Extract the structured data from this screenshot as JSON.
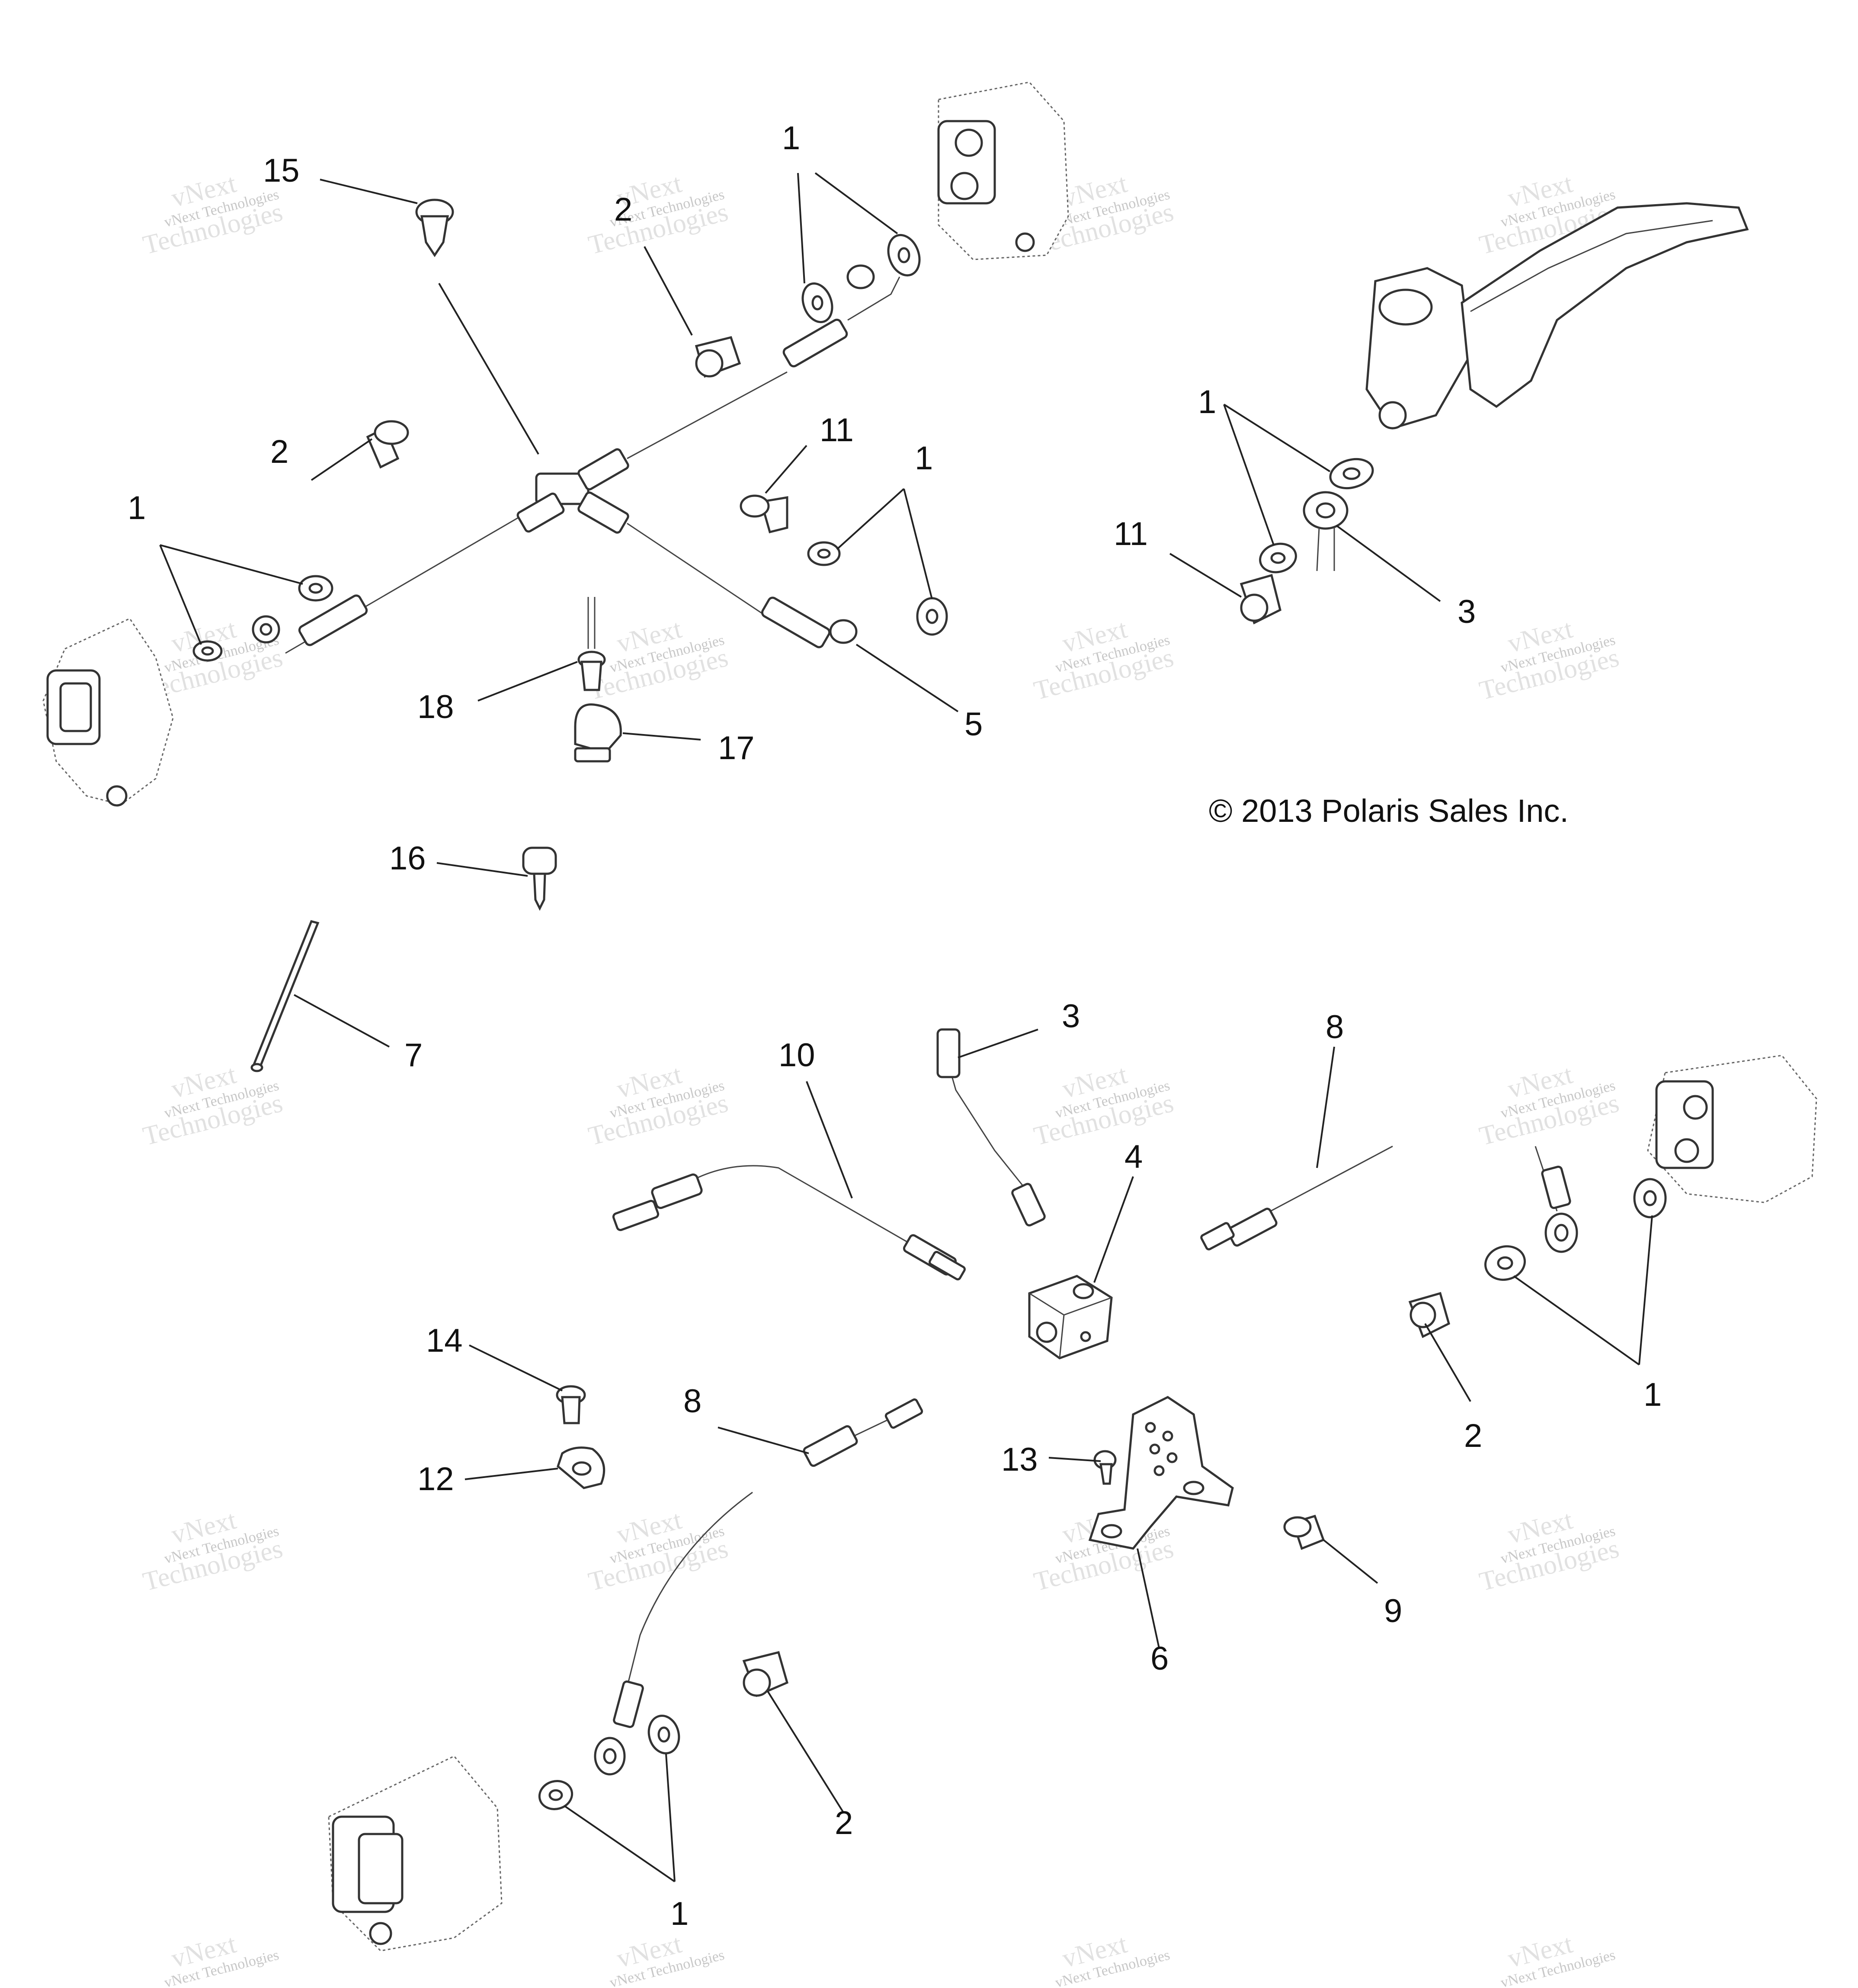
{
  "copyright": "© 2013 Polaris Sales Inc.",
  "watermark": {
    "line1": "vNext Technologies",
    "line2": "vNext",
    "line3": "Technologies"
  },
  "callouts": [
    {
      "id": "c15",
      "label": "15"
    },
    {
      "id": "c2a",
      "label": "2"
    },
    {
      "id": "c1a",
      "label": "1"
    },
    {
      "id": "c2b",
      "label": "2"
    },
    {
      "id": "c1b",
      "label": "1"
    },
    {
      "id": "c11a",
      "label": "11"
    },
    {
      "id": "c1c",
      "label": "1"
    },
    {
      "id": "c18",
      "label": "18"
    },
    {
      "id": "c17",
      "label": "17"
    },
    {
      "id": "c5",
      "label": "5"
    },
    {
      "id": "c1d",
      "label": "1"
    },
    {
      "id": "c11b",
      "label": "11"
    },
    {
      "id": "c3a",
      "label": "3"
    },
    {
      "id": "c16",
      "label": "16"
    },
    {
      "id": "c7",
      "label": "7"
    },
    {
      "id": "c10",
      "label": "10"
    },
    {
      "id": "c3b",
      "label": "3"
    },
    {
      "id": "c8a",
      "label": "8"
    },
    {
      "id": "c4",
      "label": "4"
    },
    {
      "id": "c14",
      "label": "14"
    },
    {
      "id": "c8b",
      "label": "8"
    },
    {
      "id": "c12",
      "label": "12"
    },
    {
      "id": "c13",
      "label": "13"
    },
    {
      "id": "c2c",
      "label": "2"
    },
    {
      "id": "c1e",
      "label": "1"
    },
    {
      "id": "c9",
      "label": "9"
    },
    {
      "id": "c6",
      "label": "6"
    },
    {
      "id": "c2d",
      "label": "2"
    },
    {
      "id": "c1f",
      "label": "1"
    }
  ]
}
